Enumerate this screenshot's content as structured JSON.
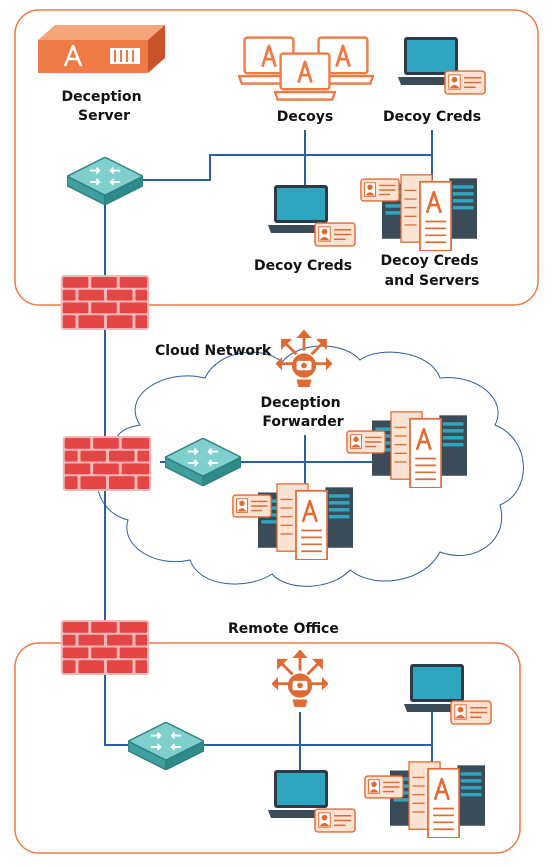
{
  "labels": {
    "deception_server": [
      "Deception",
      "Server"
    ],
    "decoys": "Decoys",
    "decoy_creds_top": "Decoy Creds",
    "decoy_creds_mid": "Decoy Creds",
    "decoy_creds_servers": [
      "Decoy Creds",
      "and Servers"
    ],
    "cloud_network": "Cloud Network",
    "deception_forwarder": [
      "Deception",
      "Forwarder"
    ],
    "remote_office": "Remote Office"
  },
  "colors": {
    "accent_orange": "#ee7a45",
    "firewall_red": "#e44545",
    "switch_teal": "#55b7b6",
    "line_blue": "#2a5ea8",
    "screen_teal": "#2fa6c0",
    "rack_dark": "#3b4b57"
  }
}
